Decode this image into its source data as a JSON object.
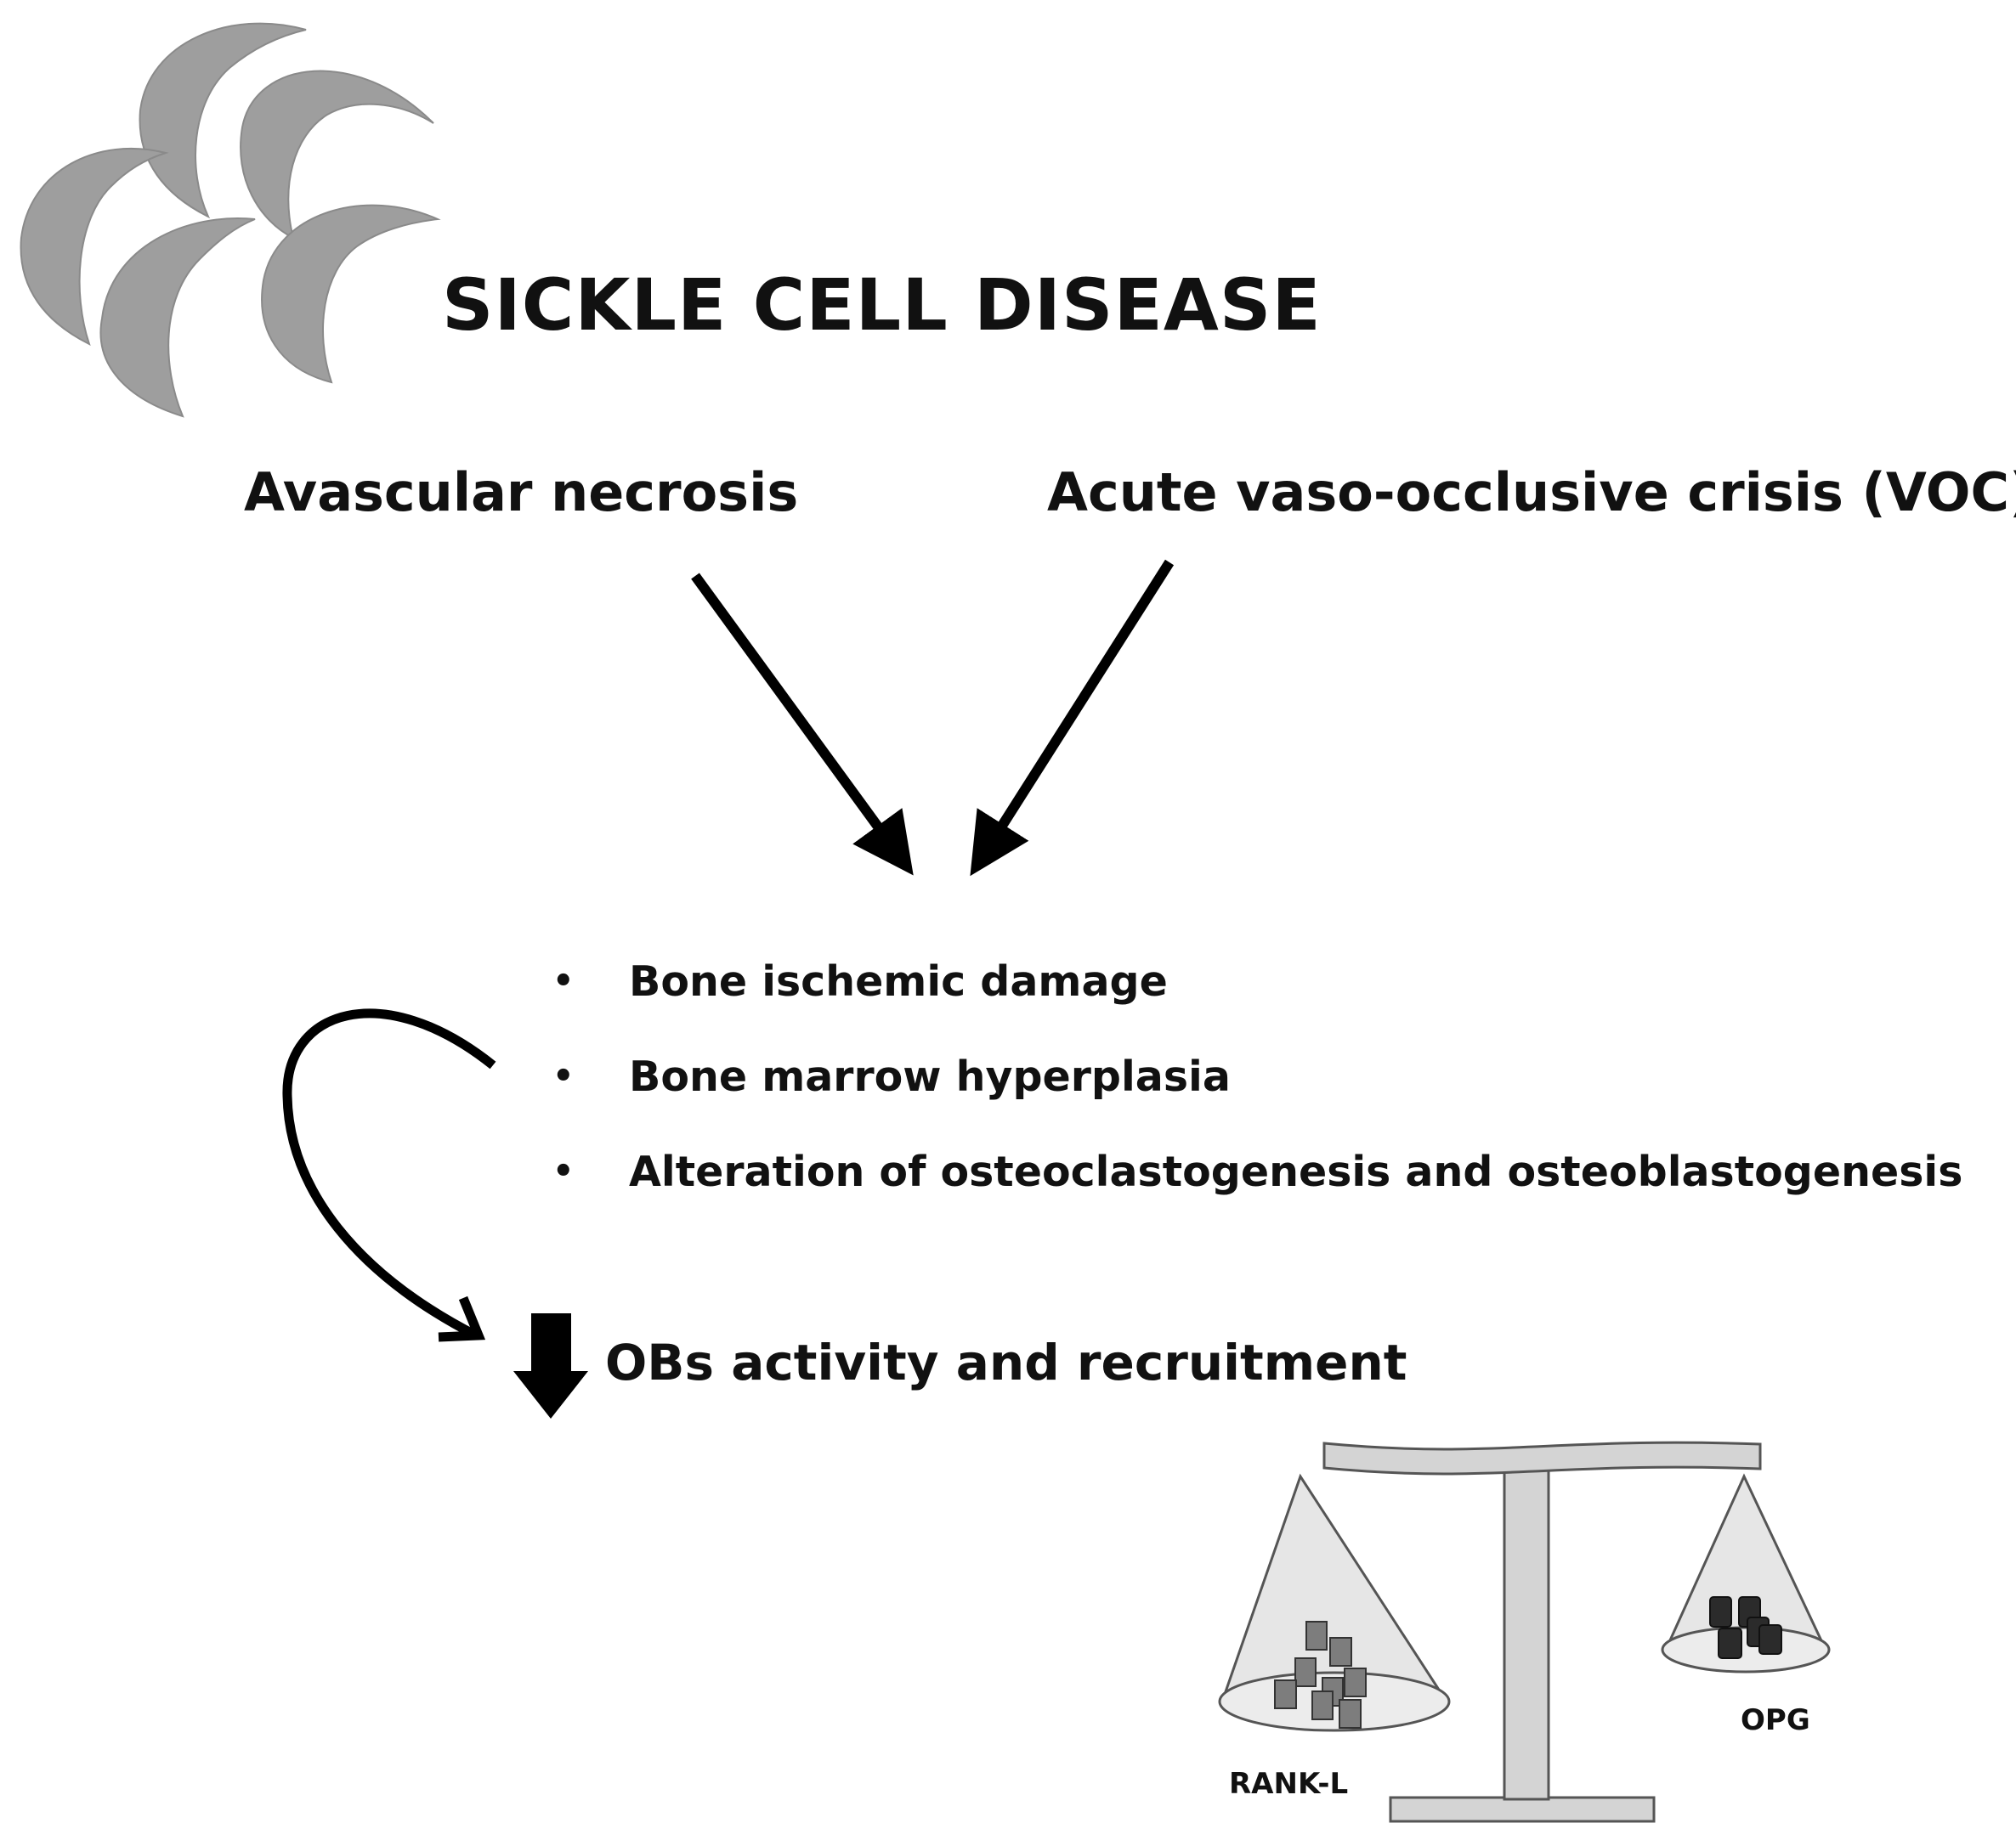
{
  "title": "SICKLE CELL DISEASE",
  "causes": {
    "left": "Avascular necrosis",
    "right": "Acute vaso-occlusive crisis (VOC)"
  },
  "bullet_symbol": "•",
  "effects": [
    "Bone ischemic damage",
    "Bone marrow hyperplasia",
    "Alteration of osteoclastogenesis and osteoblastogenesis"
  ],
  "result": "OBs activity and recruitment",
  "result_indicator": "down-arrow-icon",
  "balance": {
    "left_label": "RANK-L",
    "right_label": "OPG"
  },
  "colors": {
    "sickle_cells": "#9e9e9e",
    "scale": "#d4d4d4",
    "rankl_blocks": "#7d7d7d",
    "opg_blocks": "#2b2b2b",
    "text": "#111111"
  }
}
